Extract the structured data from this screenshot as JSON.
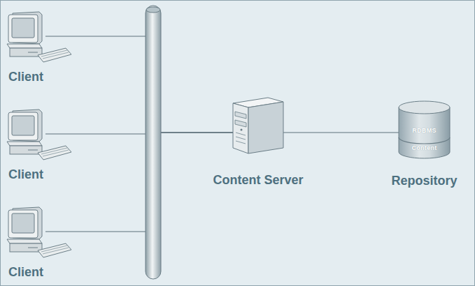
{
  "diagram": {
    "nodes": [
      {
        "text": [
          "Client"
        ]
      },
      {
        "text": [
          "Client"
        ]
      },
      {
        "text": [
          "Client"
        ]
      },
      {
        "text": [
          "Content Server"
        ]
      },
      {
        "text": [
          "Repository",
          "RDBMS",
          "Content"
        ]
      }
    ],
    "edges": [
      {
        "from": 0,
        "to": 3,
        "arrow": "none"
      },
      {
        "from": 1,
        "to": 3,
        "arrow": "none"
      },
      {
        "from": 2,
        "to": 3,
        "arrow": "none"
      },
      {
        "from": 3,
        "to": 4,
        "arrow": "none"
      }
    ]
  }
}
